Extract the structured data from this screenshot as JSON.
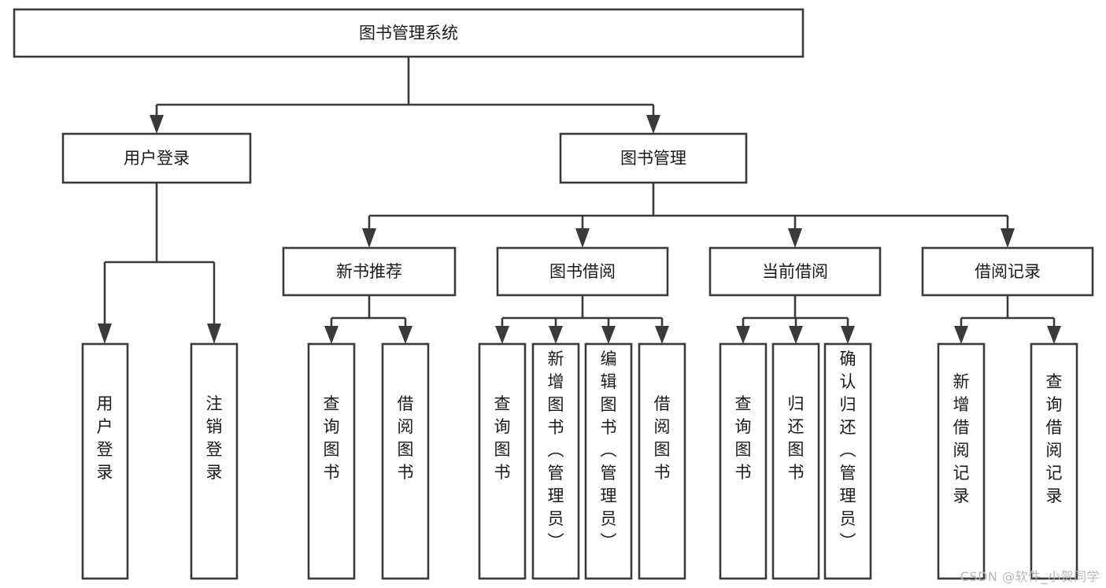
{
  "diagram": {
    "title": "图书管理系统",
    "type": "tree-hierarchy",
    "watermark": "CSDN @软件_小贺同学",
    "colors": {
      "box_stroke": "#3a3a3a",
      "box_fill": "#ffffff",
      "connector": "#3a3a3a",
      "text": "#1a1a1a",
      "background": "#ffffff",
      "watermark": "#b8b8b8"
    },
    "levels": {
      "root": "图书管理系统",
      "level2": [
        "用户登录",
        "图书管理"
      ],
      "level3": [
        "新书推荐",
        "图书借阅",
        "当前借阅",
        "借阅记录"
      ]
    },
    "nodes": {
      "root": {
        "label": "图书管理系统",
        "orientation": "horizontal"
      },
      "user_login": {
        "label": "用户登录",
        "orientation": "horizontal"
      },
      "book_manage": {
        "label": "图书管理",
        "orientation": "horizontal"
      },
      "new_book_rec": {
        "label": "新书推荐",
        "orientation": "horizontal"
      },
      "book_borrow": {
        "label": "图书借阅",
        "orientation": "horizontal"
      },
      "current_borrow": {
        "label": "当前借阅",
        "orientation": "horizontal"
      },
      "borrow_record": {
        "label": "借阅记录",
        "orientation": "horizontal"
      },
      "leaf_user_login": {
        "label": "用户登录",
        "orientation": "vertical"
      },
      "leaf_logout": {
        "label": "注销登录",
        "orientation": "vertical"
      },
      "leaf_query_book_1": {
        "label": "查询图书",
        "orientation": "vertical"
      },
      "leaf_borrow_book_1": {
        "label": "借阅图书",
        "orientation": "vertical"
      },
      "leaf_query_book_2": {
        "label": "查询图书",
        "orientation": "vertical"
      },
      "leaf_add_book": {
        "label": "新增图书（管理员）",
        "orientation": "vertical"
      },
      "leaf_edit_book": {
        "label": "编辑图书（管理员）",
        "orientation": "vertical"
      },
      "leaf_borrow_book_2": {
        "label": "借阅图书",
        "orientation": "vertical"
      },
      "leaf_query_book_3": {
        "label": "查询图书",
        "orientation": "vertical"
      },
      "leaf_return_book": {
        "label": "归还图书",
        "orientation": "vertical"
      },
      "leaf_confirm_return": {
        "label": "确认归还（管理员）",
        "orientation": "vertical"
      },
      "leaf_add_record": {
        "label": "新增借阅记录",
        "orientation": "vertical"
      },
      "leaf_query_record": {
        "label": "查询借阅记录",
        "orientation": "vertical"
      }
    },
    "edges": [
      {
        "from": "图书管理系统",
        "to": "用户登录"
      },
      {
        "from": "图书管理系统",
        "to": "图书管理"
      },
      {
        "from": "用户登录",
        "to": "用户登录"
      },
      {
        "from": "用户登录",
        "to": "注销登录"
      },
      {
        "from": "图书管理",
        "to": "新书推荐"
      },
      {
        "from": "图书管理",
        "to": "图书借阅"
      },
      {
        "from": "图书管理",
        "to": "当前借阅"
      },
      {
        "from": "图书管理",
        "to": "借阅记录"
      },
      {
        "from": "新书推荐",
        "to": "查询图书"
      },
      {
        "from": "新书推荐",
        "to": "借阅图书"
      },
      {
        "from": "图书借阅",
        "to": "查询图书"
      },
      {
        "from": "图书借阅",
        "to": "新增图书（管理员）"
      },
      {
        "from": "图书借阅",
        "to": "编辑图书（管理员）"
      },
      {
        "from": "图书借阅",
        "to": "借阅图书"
      },
      {
        "from": "当前借阅",
        "to": "查询图书"
      },
      {
        "from": "当前借阅",
        "to": "归还图书"
      },
      {
        "from": "当前借阅",
        "to": "确认归还（管理员）"
      },
      {
        "from": "借阅记录",
        "to": "新增借阅记录"
      },
      {
        "from": "借阅记录",
        "to": "查询借阅记录"
      }
    ]
  }
}
